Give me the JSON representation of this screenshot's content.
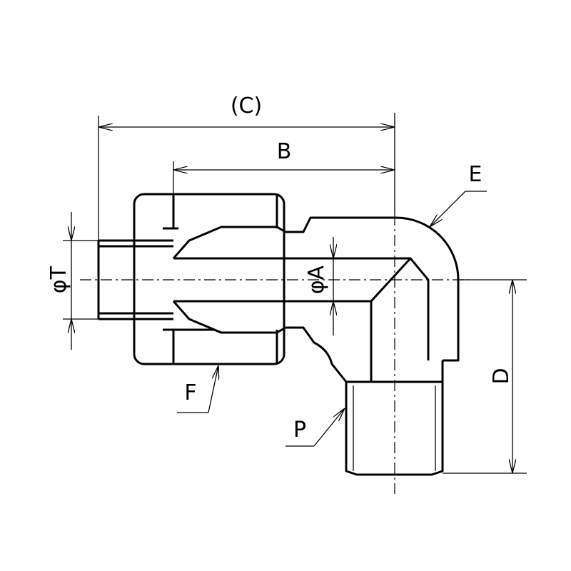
{
  "drawing": {
    "labels": {
      "C": "(C)",
      "B": "B",
      "E": "E",
      "T": "φT",
      "A": "φA",
      "D": "D",
      "F": "F",
      "P": "P"
    }
  }
}
